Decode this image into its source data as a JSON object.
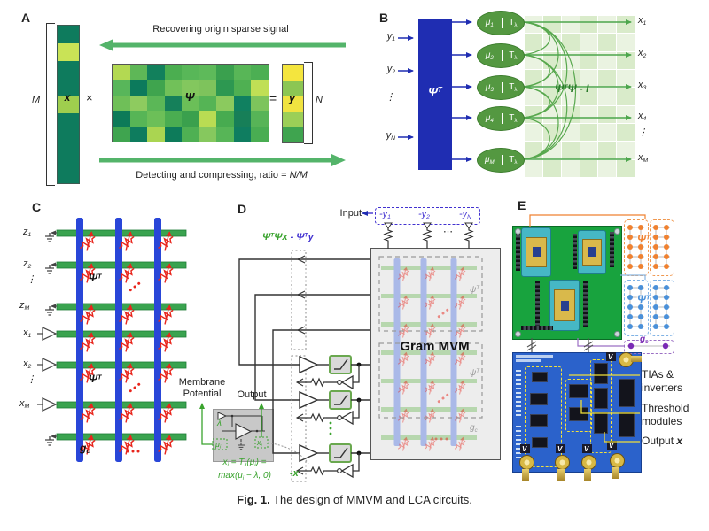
{
  "colors": {
    "accent_blue": "#1f2db2",
    "dashed_blue": "#4131d0",
    "arrow_green": "#54b46a",
    "arc_green": "#58a84e",
    "ellipse_green": "#549841",
    "crossbar_blue": "#2946d8",
    "row_green": "#3aa34f",
    "memristor_red": "#e8251c",
    "label_green": "#3aa32e",
    "pcb_green": "#18a33e",
    "pcb_blue": "#2b62cb",
    "orange": "#ef8130",
    "dot_blue": "#4a90d9",
    "purple": "#7a2bb5",
    "yellow": "#f3e13c",
    "gram_gray": "#ededed"
  },
  "panel_a": {
    "label": "A",
    "top_arrow_text": "Recovering origin sparse signal",
    "bottom_text_prefix": "Detecting and compressing, ratio = ",
    "bottom_text_ratio": "N/M",
    "m_label": "M",
    "n_label": "N",
    "times_sign": "×",
    "equals_sign": "=",
    "x_vector": {
      "label": "x",
      "cells": [
        "#0e7b5d",
        "#c9e356",
        "#0e7b5d",
        "#0e7b5d",
        "#9fce4e",
        "#0e7b5d",
        "#0e7b5d",
        "#0e7b5d",
        "#0e7b5d"
      ]
    },
    "matrix": {
      "label": "Ψ",
      "rows": 5,
      "cols": 9,
      "cells": [
        "#b3d952",
        "#5eb757",
        "#12805c",
        "#4bae50",
        "#58b758",
        "#5eba5a",
        "#3aa04e",
        "#58b657",
        "#4caf53",
        "#58b65a",
        "#0c7a5c",
        "#3fa44e",
        "#71c159",
        "#83c75e",
        "#7ec35c",
        "#2d9851",
        "#4fb052",
        "#c0df55",
        "#6fbf58",
        "#8ecb5f",
        "#5bb757",
        "#15805a",
        "#6bbf58",
        "#55b455",
        "#8bca5e",
        "#108060",
        "#7dc45c",
        "#0d7a58",
        "#57b556",
        "#6cbf58",
        "#4aad51",
        "#3aa04d",
        "#b9dc53",
        "#47ab50",
        "#177f58",
        "#57b457",
        "#3fa44f",
        "#0e7c5e",
        "#aad551",
        "#0d7b5a",
        "#4fb053",
        "#86c85e",
        "#57b557",
        "#0f7d60",
        "#49ad52"
      ]
    },
    "y_vector": {
      "label": "y",
      "cells": [
        "#f4e53e",
        "#8cc653",
        "#f0e340",
        "#9ccf57",
        "#3fa44f"
      ]
    }
  },
  "panel_b": {
    "label": "B",
    "block_label": [
      {
        "base": "Ψ",
        "sup": "T"
      }
    ],
    "inputs": [
      [
        {
          "base": "y",
          "sub": "1"
        }
      ],
      [
        {
          "base": "y",
          "sub": "2"
        }
      ],
      [
        {
          "dots": "⋮"
        }
      ],
      [
        {
          "base": "y",
          "sub": "N"
        }
      ]
    ],
    "neurons": [
      {
        "mu": [
          {
            "base": "μ",
            "sub": "1"
          }
        ],
        "thr": [
          {
            "base": "T",
            "sub": "λ"
          }
        ]
      },
      {
        "mu": [
          {
            "base": "μ",
            "sub": "2"
          }
        ],
        "thr": [
          {
            "base": "T",
            "sub": "λ"
          }
        ]
      },
      {
        "mu": [
          {
            "base": "μ",
            "sub": "3"
          }
        ],
        "thr": [
          {
            "base": "T",
            "sub": "λ"
          }
        ]
      },
      {
        "mu": [
          {
            "base": "μ",
            "sub": "4"
          }
        ],
        "thr": [
          {
            "base": "T",
            "sub": "λ"
          }
        ]
      },
      {
        "mu": [
          {
            "base": "μ",
            "sub": "M"
          }
        ],
        "thr": [
          {
            "base": "T",
            "sub": "λ"
          }
        ]
      }
    ],
    "feedback_label": [
      {
        "base": "Ψ",
        "sup": "T"
      },
      {
        "base": "Ψ - I"
      }
    ],
    "outputs": [
      [
        {
          "base": "x",
          "sub": "1"
        }
      ],
      [
        {
          "base": "x",
          "sub": "2"
        }
      ],
      [
        {
          "base": "x",
          "sub": "3"
        }
      ],
      [
        {
          "base": "x",
          "sub": "4"
        }
      ],
      [
        {
          "dots": "⋮"
        }
      ],
      [
        {
          "base": "x",
          "sub": "M"
        }
      ]
    ],
    "grid_colors": [
      "#eaf3e1",
      "#d9ebca"
    ]
  },
  "panel_c": {
    "label": "C",
    "left_labels": [
      [
        {
          "base": "z",
          "sub": "1"
        }
      ],
      [
        {
          "base": "z",
          "sub": "2"
        }
      ],
      [
        {
          "dots": "⋮"
        }
      ],
      [
        {
          "base": "z",
          "sub": "M"
        }
      ],
      [
        {
          "base": "x",
          "sub": "1"
        }
      ],
      [
        {
          "base": "x",
          "sub": "2"
        }
      ],
      [
        {
          "dots": "⋮"
        }
      ],
      [
        {
          "base": "x",
          "sub": "M"
        }
      ]
    ],
    "psi_labels": [
      [
        {
          "base": "Ψ",
          "sup": "T"
        }
      ],
      [
        {
          "base": "Ψ",
          "sup": "T"
        }
      ]
    ],
    "gc_label": [
      {
        "base": "g",
        "sub": "c"
      }
    ]
  },
  "panel_d": {
    "label": "D",
    "input_label": "Input",
    "input_terms": [
      [
        {
          "base": "-y",
          "sub": "1"
        }
      ],
      [
        {
          "base": "-y",
          "sub": "2"
        }
      ],
      [
        {
          "dots": "⋯"
        }
      ],
      [
        {
          "base": "-y",
          "sub": "N"
        }
      ]
    ],
    "feedback_expr": {
      "green": [
        {
          "base": "Ψ",
          "sup": "T"
        },
        {
          "base": "Ψx"
        }
      ],
      "blue": [
        {
          "base": " - Ψ",
          "sup": "T"
        },
        {
          "base": "y"
        }
      ]
    },
    "gram_label": "Gram MVM",
    "inner_labels": [
      [
        {
          "base": "ψ",
          "sup": "T"
        }
      ],
      [
        {
          "base": "ψ",
          "sup": "T"
        }
      ],
      [
        {
          "base": "g",
          "sub": "c"
        }
      ]
    ],
    "membrane_label": [
      "Membrane",
      "Potential"
    ],
    "output_label": "Output",
    "lambda_label": "λ",
    "mu_label": [
      {
        "base": "μ",
        "sub": "i"
      }
    ],
    "xi_label": [
      {
        "base": "x",
        "sub": "i"
      }
    ],
    "formula": [
      [
        {
          "base": "x",
          "sub": "i"
        },
        {
          "base": " = T",
          "sub": "λ"
        },
        {
          "base": "(μ",
          "sub": "i"
        },
        {
          "base": ") ="
        }
      ],
      [
        {
          "base": "max(μ",
          "sub": "i"
        },
        {
          "base": " − λ, 0)"
        }
      ]
    ],
    "neg_x_label": "-x"
  },
  "panel_e": {
    "label": "E",
    "psi_orange": [
      {
        "base": "Ψ",
        "sup": "T"
      }
    ],
    "psi_blue": [
      {
        "base": "Ψ",
        "sup": "T"
      }
    ],
    "gc_label": [
      {
        "base": "g",
        "sub": "c"
      }
    ],
    "annotations": [
      [
        "TIAs &",
        "inverters"
      ],
      [
        "Threshold",
        "modules"
      ],
      [
        "Output ",
        "x"
      ]
    ],
    "v_labels": [
      "V",
      "V",
      "V",
      "V",
      "V"
    ]
  },
  "caption": {
    "bold": "Fig. 1.",
    "rest": " The design of MMVM and LCA circuits."
  }
}
